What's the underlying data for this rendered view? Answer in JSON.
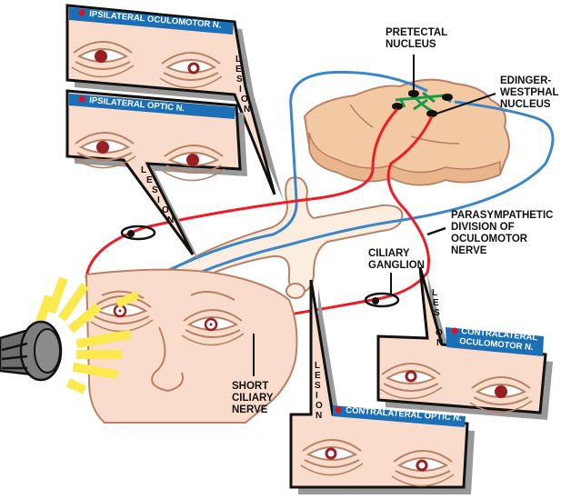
{
  "colors": {
    "skin": "#f9dccb",
    "skin_outline": "#b98063",
    "brainstem": "#f3c9a4",
    "nerve_fill": "#fbeee0",
    "afferent_blue": "#3b86c8",
    "efferent_red": "#ee1c25",
    "interneuron_green": "#1c9a46",
    "header_blue": "#1b6fb7",
    "header_dot": "#e3101b",
    "light_beam": "#fbe94e",
    "flashlight": "#6e6e6e",
    "iris": "#9a1f24"
  },
  "labels": {
    "pretectal": [
      "PRETECTAL",
      "NUCLEUS"
    ],
    "edinger": [
      "EDINGER-",
      "WESTPHAL",
      "NUCLEUS"
    ],
    "parasympathetic": [
      "PARASYMPATHETIC",
      "DIVISION OF",
      "OCULOMOTOR",
      "NERVE"
    ],
    "ciliary_ganglion": [
      "CILIARY",
      "GANGLION"
    ],
    "short_ciliary": [
      "SHORT",
      "CILIARY",
      "NERVE"
    ]
  },
  "panels": [
    {
      "id": "ipsilateral-oculomotor",
      "title": "IPSILATERAL OCULOMOTOR N.",
      "lesion": "LESION",
      "pupils": [
        "dilated",
        "constricted"
      ]
    },
    {
      "id": "ipsilateral-optic",
      "title": "IPSILATERAL OPTIC N.",
      "lesion": "LESION",
      "pupils": [
        "dilated",
        "dilated"
      ]
    },
    {
      "id": "contralateral-oculomotor",
      "title": [
        "CONTRALATERAL",
        "OCULOMOTOR N."
      ],
      "lesion": "LESION",
      "pupils": [
        "constricted",
        "dilated"
      ]
    },
    {
      "id": "contralateral-optic",
      "title": "CONTRALATERAL OPTIC N.",
      "lesion": "LESION",
      "pupils": [
        "constricted",
        "constricted"
      ]
    }
  ]
}
